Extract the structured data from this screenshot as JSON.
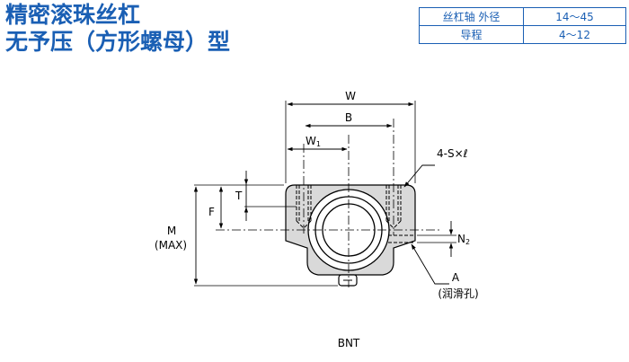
{
  "title": {
    "line1": "精密滚珠丝杠",
    "line2": "无予压（方形螺母）型"
  },
  "spec_table": {
    "rows": [
      {
        "label": "丝杠轴 外径",
        "value": "14～45"
      },
      {
        "label": "导程",
        "value": "4～12"
      }
    ]
  },
  "drawing": {
    "labels": {
      "W": "W",
      "B": "B",
      "W1_main": "W",
      "W1_sub": "1",
      "screw": "4-S×ℓ",
      "T": "T",
      "F": "F",
      "M": "M",
      "M_max": "(MAX)",
      "N2_main": "N",
      "N2_sub": "2",
      "A": "A",
      "A_note": "(润滑孔)"
    },
    "caption": "BNT"
  },
  "colors": {
    "brand_blue": "#1a5fb4",
    "body_fill": "#d9d9d9"
  }
}
